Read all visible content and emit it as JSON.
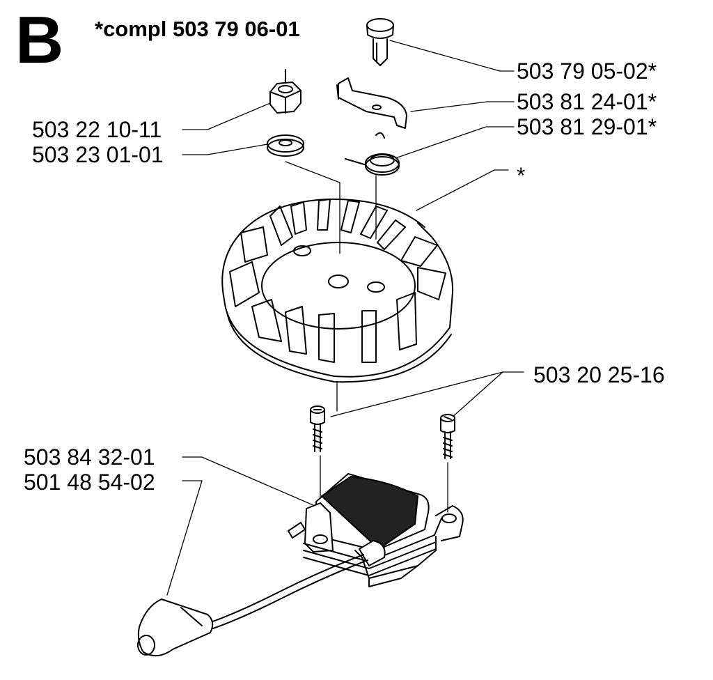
{
  "section_letter": "B",
  "compl_label": "*compl 503 79 06-01",
  "part_labels": {
    "pin": "503 79 05-02*",
    "pawl": "503 81 24-01*",
    "spring": "503 81 29-01*",
    "flywheel": "*",
    "nut": "503 22 10-11",
    "washer": "503 23 01-01",
    "screws": "503 20 25-16",
    "ignition_module": "503 84 32-01",
    "spark_plug_cap": "501 48 54-02"
  }
}
